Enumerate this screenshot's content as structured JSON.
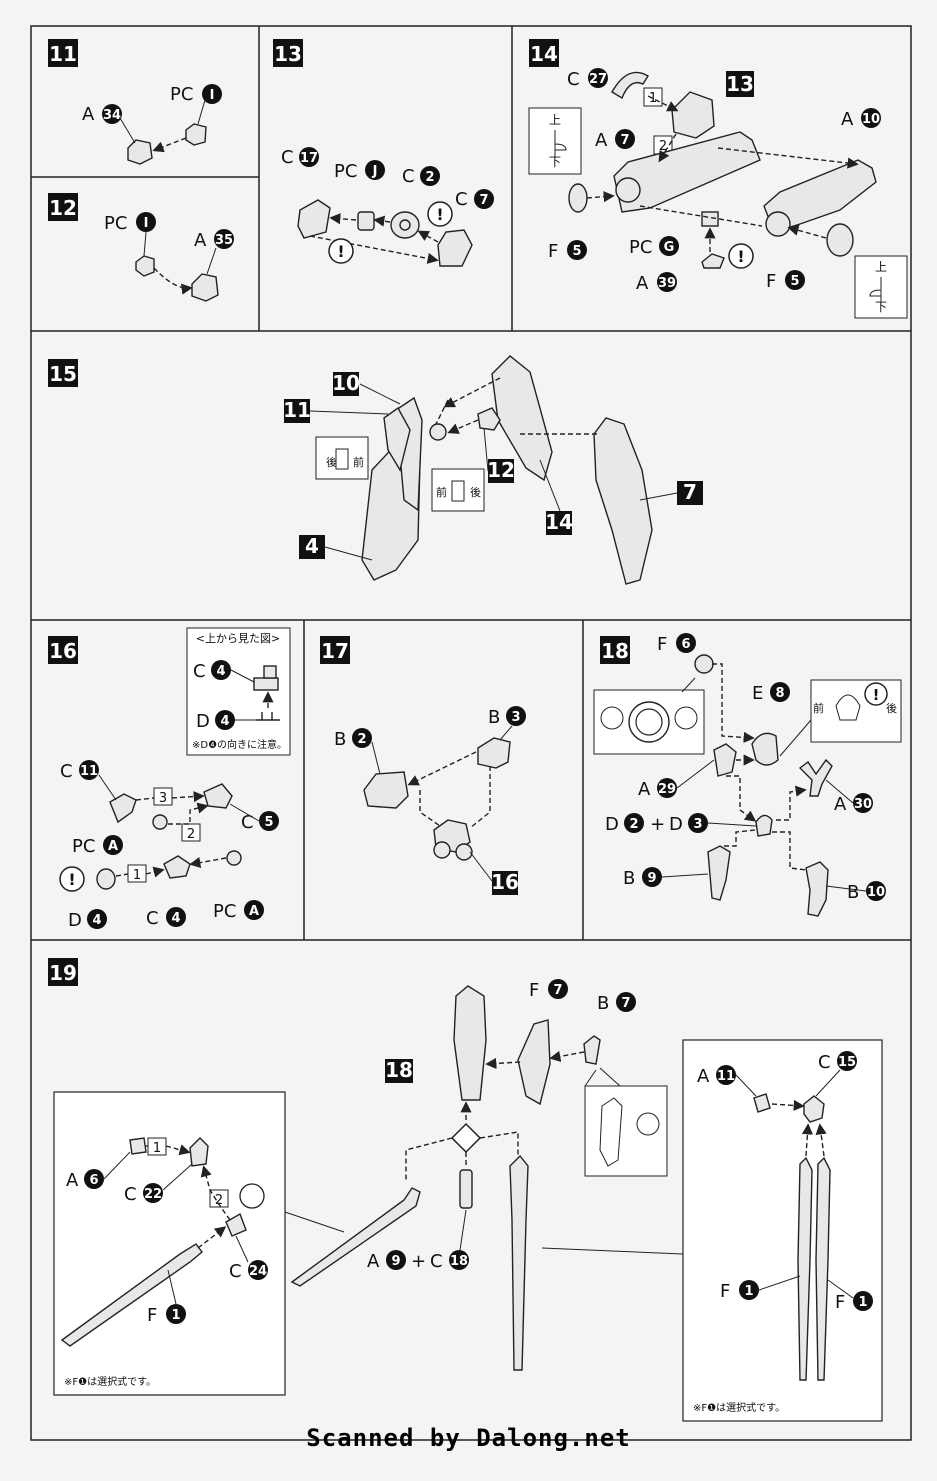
{
  "steps": {
    "s11": {
      "num": "11",
      "a_label": "A",
      "a_num": "34",
      "pc_label": "PC",
      "pc_code": "I"
    },
    "s12": {
      "num": "12",
      "pc_label": "PC",
      "pc_code": "I",
      "a_label": "A",
      "a_num": "35"
    },
    "s13": {
      "num": "13",
      "c17_label": "C",
      "c17_num": "17",
      "pcj_label": "PC",
      "pcj_code": "J",
      "c2_label": "C",
      "c2_num": "2",
      "c7_label": "C",
      "c7_num": "7"
    },
    "s14": {
      "num": "14",
      "c27_label": "C",
      "c27_num": "27",
      "ref13": "13",
      "a7_label": "A",
      "a7_num": "7",
      "a10_label": "A",
      "a10_num": "10",
      "f5a_label": "F",
      "f5a_num": "5",
      "pcg_label": "PC",
      "pcg_code": "G",
      "a39_label": "A",
      "a39_num": "39",
      "f5b_label": "F",
      "f5b_num": "5",
      "up": "上",
      "down": "下",
      "step1": "1",
      "step2": "2"
    },
    "s15": {
      "num": "15",
      "ref10": "10",
      "ref11": "11",
      "ref12": "12",
      "ref14": "14",
      "ref7": "7",
      "ref4": "4",
      "back": "後",
      "front": "前"
    },
    "s16": {
      "num": "16",
      "topview": "<上から見た図>",
      "c4_label": "C",
      "c4_num": "4",
      "d4_label": "D",
      "d4_num": "4",
      "note": "※D❹の向きに注意。",
      "c11_label": "C",
      "c11_num": "11",
      "c5_label": "C",
      "c5_num": "5",
      "pca_label": "PC",
      "pca_code": "A",
      "d4b_label": "D",
      "d4b_num": "4",
      "c4b_label": "C",
      "c4b_num": "4",
      "pcab_label": "PC",
      "pcab_code": "A",
      "step1": "1",
      "step2": "2",
      "step3": "3"
    },
    "s17": {
      "num": "17",
      "b2_label": "B",
      "b2_num": "2",
      "b3_label": "B",
      "b3_num": "3",
      "ref16": "16"
    },
    "s18": {
      "num": "18",
      "f6_label": "F",
      "f6_num": "6",
      "e8_label": "E",
      "e8_num": "8",
      "a29_label": "A",
      "a29_num": "29",
      "a30_label": "A",
      "a30_num": "30",
      "d_combo": "D",
      "d2_num": "2",
      "plus": "+",
      "d3_label": "D",
      "d3_num": "3",
      "b9_label": "B",
      "b9_num": "9",
      "b10_label": "B",
      "b10_num": "10",
      "front": "前",
      "back": "後"
    },
    "s19": {
      "num": "19",
      "ref18": "18",
      "f7_label": "F",
      "f7_num": "7",
      "b7_label": "B",
      "b7_num": "7",
      "a6_label": "A",
      "a6_num": "6",
      "c22_label": "C",
      "c22_num": "22",
      "c24_label": "C",
      "c24_num": "24",
      "f1a_label": "F",
      "f1a_num": "1",
      "a9_label": "A",
      "a9_num": "9",
      "plus": "+",
      "c18_label": "C",
      "c18_num": "18",
      "a11_label": "A",
      "a11_num": "11",
      "c15_label": "C",
      "c15_num": "15",
      "f1b_label": "F",
      "f1b_num": "1",
      "f1c_label": "F",
      "f1c_num": "1",
      "note_left": "※F❶は選択式です。",
      "note_right": "※F❶は選択式です。",
      "step1": "1",
      "step2": "2"
    }
  },
  "credit": "Scanned by Dalong.net"
}
